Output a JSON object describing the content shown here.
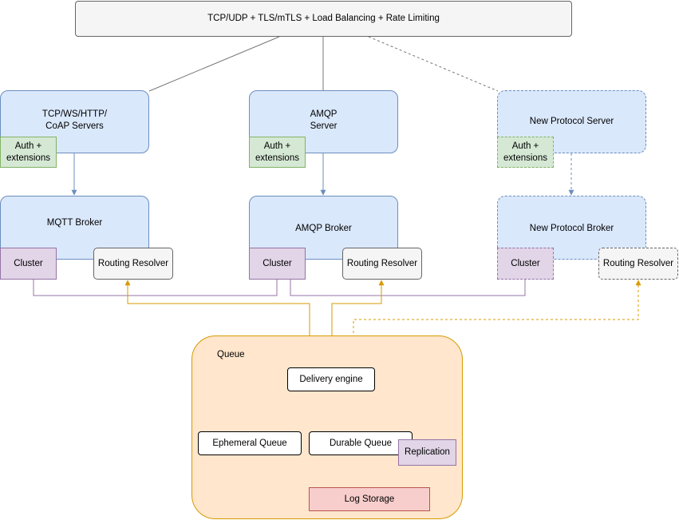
{
  "top_banner": "TCP/UDP + TLS/mTLS + Load Balancing + Rate Limiting",
  "columns": [
    {
      "server": "TCP/WS/HTTP/\nCoAP Servers",
      "auth": "Auth +\nextensions",
      "broker": "MQTT Broker",
      "cluster": "Cluster",
      "resolver": "Routing Resolver"
    },
    {
      "server": "AMQP\nServer",
      "auth": "Auth +\nextensions",
      "broker": "AMQP Broker",
      "cluster": "Cluster",
      "resolver": "Routing Resolver"
    },
    {
      "server": "New Protocol Server",
      "auth": "Auth +\nextensions",
      "broker": "New Protocol Broker",
      "cluster": "Cluster",
      "resolver": "Routing Resolver"
    }
  ],
  "queue": {
    "label": "Queue",
    "delivery_engine": "Delivery engine",
    "ephemeral_queue": "Ephemeral Queue",
    "durable_queue": "Durable Queue",
    "replication": "Replication",
    "log_storage": "Log Storage"
  },
  "colors": {
    "server_fill": "#dae8fc",
    "auth_fill": "#d5e8d4",
    "cluster_fill": "#e1d5e7",
    "queue_fill": "#ffe6cc",
    "routing_arrow": "#d79b00",
    "log_arrow": "#b85450"
  }
}
